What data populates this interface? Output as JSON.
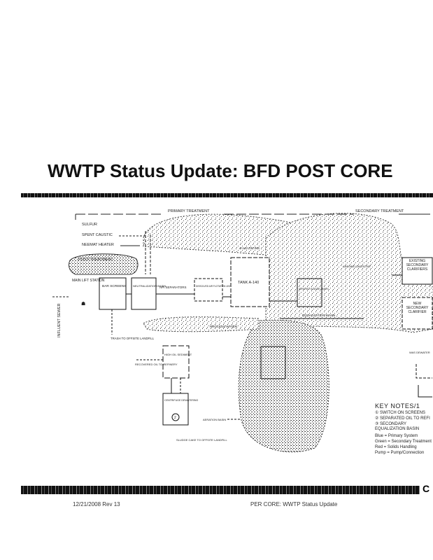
{
  "slide": {
    "title": "WWTP Status Update:  BFD POST CORE",
    "footer_date": "12/21/2008  Rev 13",
    "footer_center": "PER CORE:  WWTP Status Update",
    "footer_right_glyph": "C"
  },
  "diagram": {
    "sections": {
      "primary": "PRIMARY TREATMENT",
      "secondary": "SECONDARY TREATMENT"
    },
    "inputs": [
      "SULFUR",
      "SPENT CAUSTIC",
      "NEEMAT HEATER"
    ],
    "post_treatment": "POST-TREATMENT",
    "influent": "INFLUENT SEWER",
    "units": {
      "lift_station": "MAIN LIFT STATION",
      "bar_screens": "BAR SCREENS",
      "neutralization": "NEUTRALIZATION BASIN",
      "api": "API SEPARATORS",
      "daf": "DISSOLVED AIR FLOTATION UNITS",
      "tank": "TANK A-140",
      "tank_label": "A-140 TIE-INS",
      "aerated": "AERATED SLUDGE TANKS",
      "ex_clarifiers": "EXISTING SECONDARY CLARIFIERS",
      "new_clarifier": "NEW SECONDARY CLARIFIER",
      "was": "WAS DEWATER",
      "trash": "TRASH TO OFFSITE LANDFILL",
      "high_oil": "HIGH OIL SEDIMENT",
      "recovered_oil": "RECOVERED OIL TO REFINERY",
      "centrifuge": "CENTRIFUGE DEWATERING",
      "sludge_cake": "SLUDGE CAKE TO OFFSITE LANDFILL",
      "aeration": "AERATION BASIN",
      "equalization": "EQUALIZATION BASIN",
      "aerobic": "AEROBIC DIGESTER",
      "process_water": "PROCESS WATER"
    },
    "key_notes": {
      "title": "KEY NOTES/1",
      "notes": [
        "SWITCH ON SCREENS",
        "SEPARATED OIL TO REFI",
        "SECONDARY EQUALIZATION BASIN"
      ],
      "legend": [
        {
          "swatch": "Blue =",
          "text": "Primary System"
        },
        {
          "swatch": "Green =",
          "text": "Secondary Treatment"
        },
        {
          "swatch": "Red =",
          "text": "Solids Handling"
        },
        {
          "swatch": "Pump =",
          "text": "Pump/Connection"
        }
      ]
    }
  }
}
